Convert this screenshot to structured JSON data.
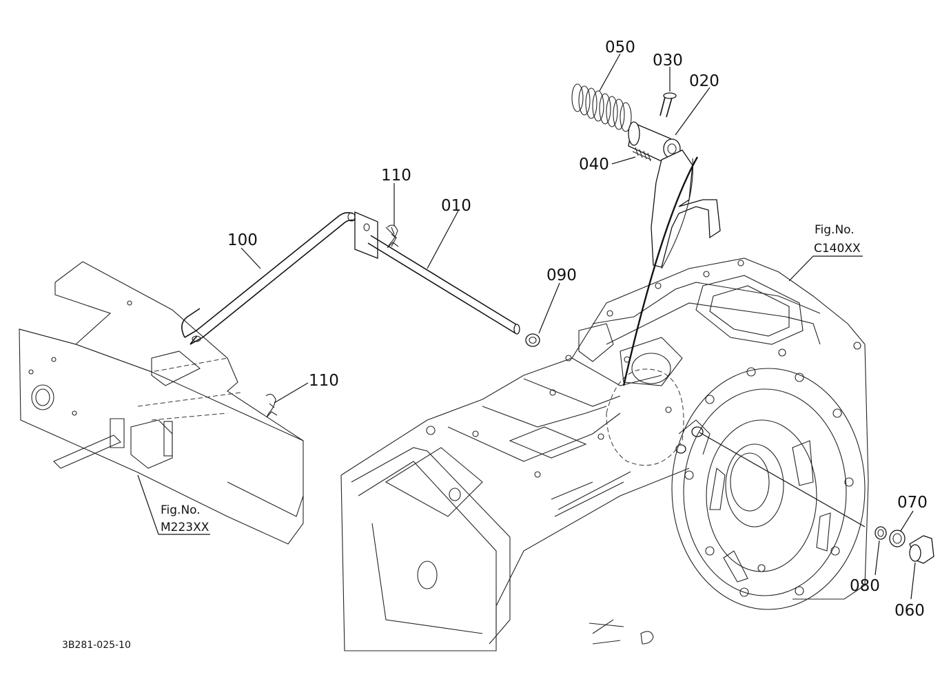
{
  "parts": {
    "p010": "010",
    "p020": "020",
    "p030": "030",
    "p040": "040",
    "p050": "050",
    "p060": "060",
    "p070": "070",
    "p080": "080",
    "p090": "090",
    "p100": "100",
    "p110a": "110",
    "p110b": "110"
  },
  "refs": {
    "c140": {
      "fig": "Fig.No.",
      "num": "C140XX"
    },
    "m223": {
      "fig": "Fig.No.",
      "num": "M223XX"
    }
  },
  "drawing_code": "3B281-025-10"
}
